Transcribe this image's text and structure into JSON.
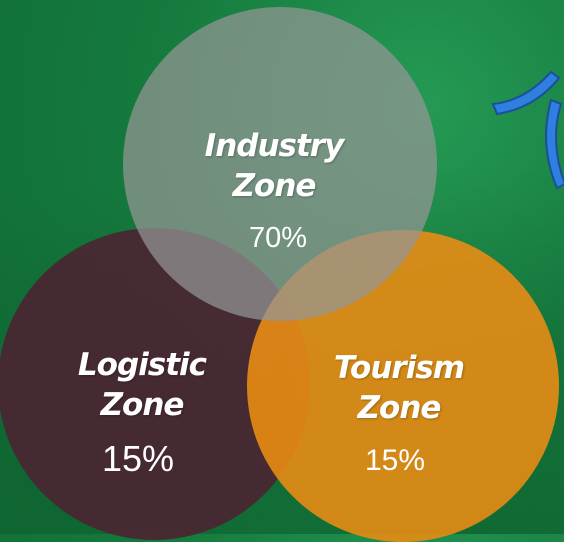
{
  "zones": {
    "industry": {
      "name_line1": "Industry",
      "name_line2": "Zone",
      "percentage": "70%",
      "color": "#969696"
    },
    "logistic": {
      "name_line1": "Logistic",
      "name_line2": "Zone",
      "percentage": "15%",
      "color": "#482832"
    },
    "tourism": {
      "name_line1": "Tourism",
      "name_line2": "Zone",
      "percentage": "15%",
      "color": "#E88C14"
    }
  },
  "background_color": "#157A3D",
  "decoration": {
    "icon": "blue-arrow-icon",
    "color": "#2E7FE0"
  }
}
